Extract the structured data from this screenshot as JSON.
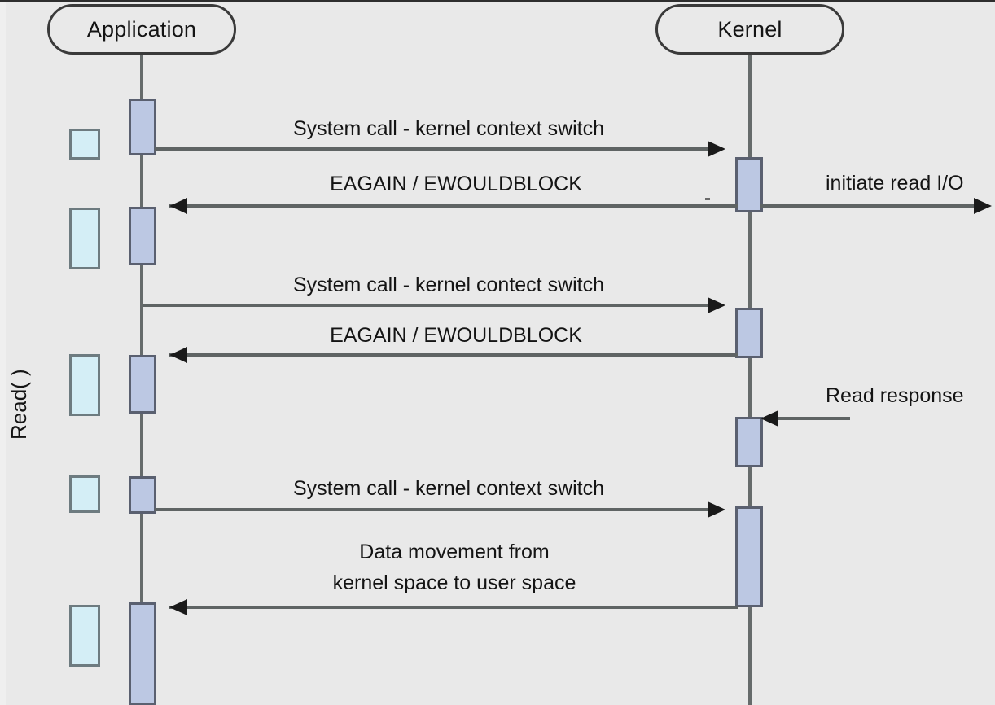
{
  "diagram": {
    "type": "uml-sequence-diagram",
    "title_label": "Read( )",
    "background_color": "#e9e9e9",
    "activation_color": "#bcc8e3",
    "note_color": "#d4eef6",
    "line_color": "#5f6464"
  },
  "lifelines": [
    {
      "id": "application",
      "label": "Application"
    },
    {
      "id": "kernel",
      "label": "Kernel"
    }
  ],
  "messages": [
    {
      "id": "m1",
      "label": "System call - kernel context switch",
      "direction": "right"
    },
    {
      "id": "m2",
      "label": "EAGAIN / EWOULDBLOCK",
      "direction": "left"
    },
    {
      "id": "m3",
      "label": "initiate read I/O",
      "direction": "right"
    },
    {
      "id": "m4",
      "label": "System call - kernel contect switch",
      "direction": "right"
    },
    {
      "id": "m5",
      "label": "EAGAIN / EWOULDBLOCK",
      "direction": "left"
    },
    {
      "id": "m6",
      "label": "Read response",
      "direction": "left"
    },
    {
      "id": "m7",
      "label": "System call - kernel context switch",
      "direction": "right"
    },
    {
      "id": "m8",
      "label": "Data movement from",
      "label2": "kernel space to user space",
      "direction": "left"
    }
  ]
}
